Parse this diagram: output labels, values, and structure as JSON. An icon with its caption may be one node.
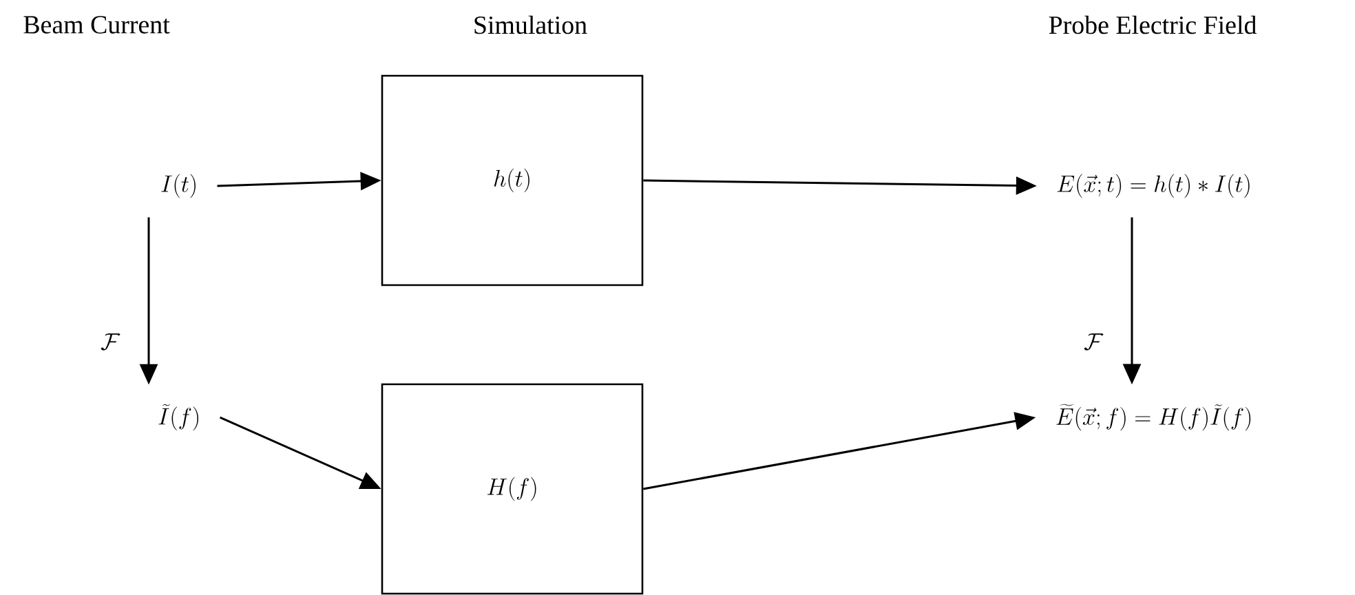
{
  "diagram": {
    "nodes": [
      {
        "text": [
          "I(t)"
        ]
      },
      {
        "text": [
          "h(t)"
        ]
      },
      {
        "text": [
          "E(\\vec{x};t) = h(t) * I(t)"
        ]
      },
      {
        "text": [
          "\\widetilde{I}(f)"
        ]
      },
      {
        "text": [
          "H(f)"
        ]
      },
      {
        "text": [
          "\\widetilde{E}(\\vec{x};f) = H(f)\\widetilde{I}(f)"
        ]
      }
    ],
    "edges": [
      {
        "from": 0,
        "to": 1,
        "arrow": "to"
      },
      {
        "from": 1,
        "to": 2,
        "arrow": "to"
      },
      {
        "from": 0,
        "to": 3,
        "arrow": "to",
        "label": "\\mathcal{F}"
      },
      {
        "from": 2,
        "to": 5,
        "arrow": "to",
        "label": "\\mathcal{F}"
      },
      {
        "from": 3,
        "to": 4,
        "arrow": "to"
      },
      {
        "from": 4,
        "to": 5,
        "arrow": "to"
      }
    ],
    "labels": [
      "Beam Current",
      "Simulation",
      "Probe Electric Field"
    ]
  }
}
